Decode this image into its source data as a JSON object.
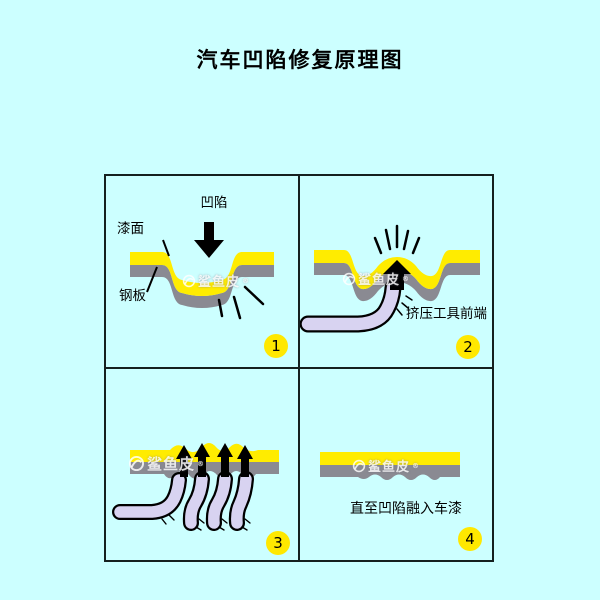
{
  "title": "汽车凹陷修复原理图",
  "colors": {
    "background": "#ccffff",
    "paint_yellow": "#ffec00",
    "steel_gray": "#8a8a92",
    "tool_lavender": "#d8d3f1",
    "badge_yellow": "#ffe800",
    "line_black": "#000000"
  },
  "watermark": {
    "brand": "鲨鱼皮",
    "reg": "®",
    "logo_icon": "circle-swoosh-logo"
  },
  "panels": [
    {
      "number": "1",
      "labels": {
        "dent": "凹陷",
        "paint": "漆面",
        "steel": "钢板"
      }
    },
    {
      "number": "2",
      "labels": {
        "tool": "挤压工具前端"
      }
    },
    {
      "number": "3",
      "labels": {}
    },
    {
      "number": "4",
      "labels": {
        "caption": "直至凹陷融入车漆"
      }
    }
  ]
}
